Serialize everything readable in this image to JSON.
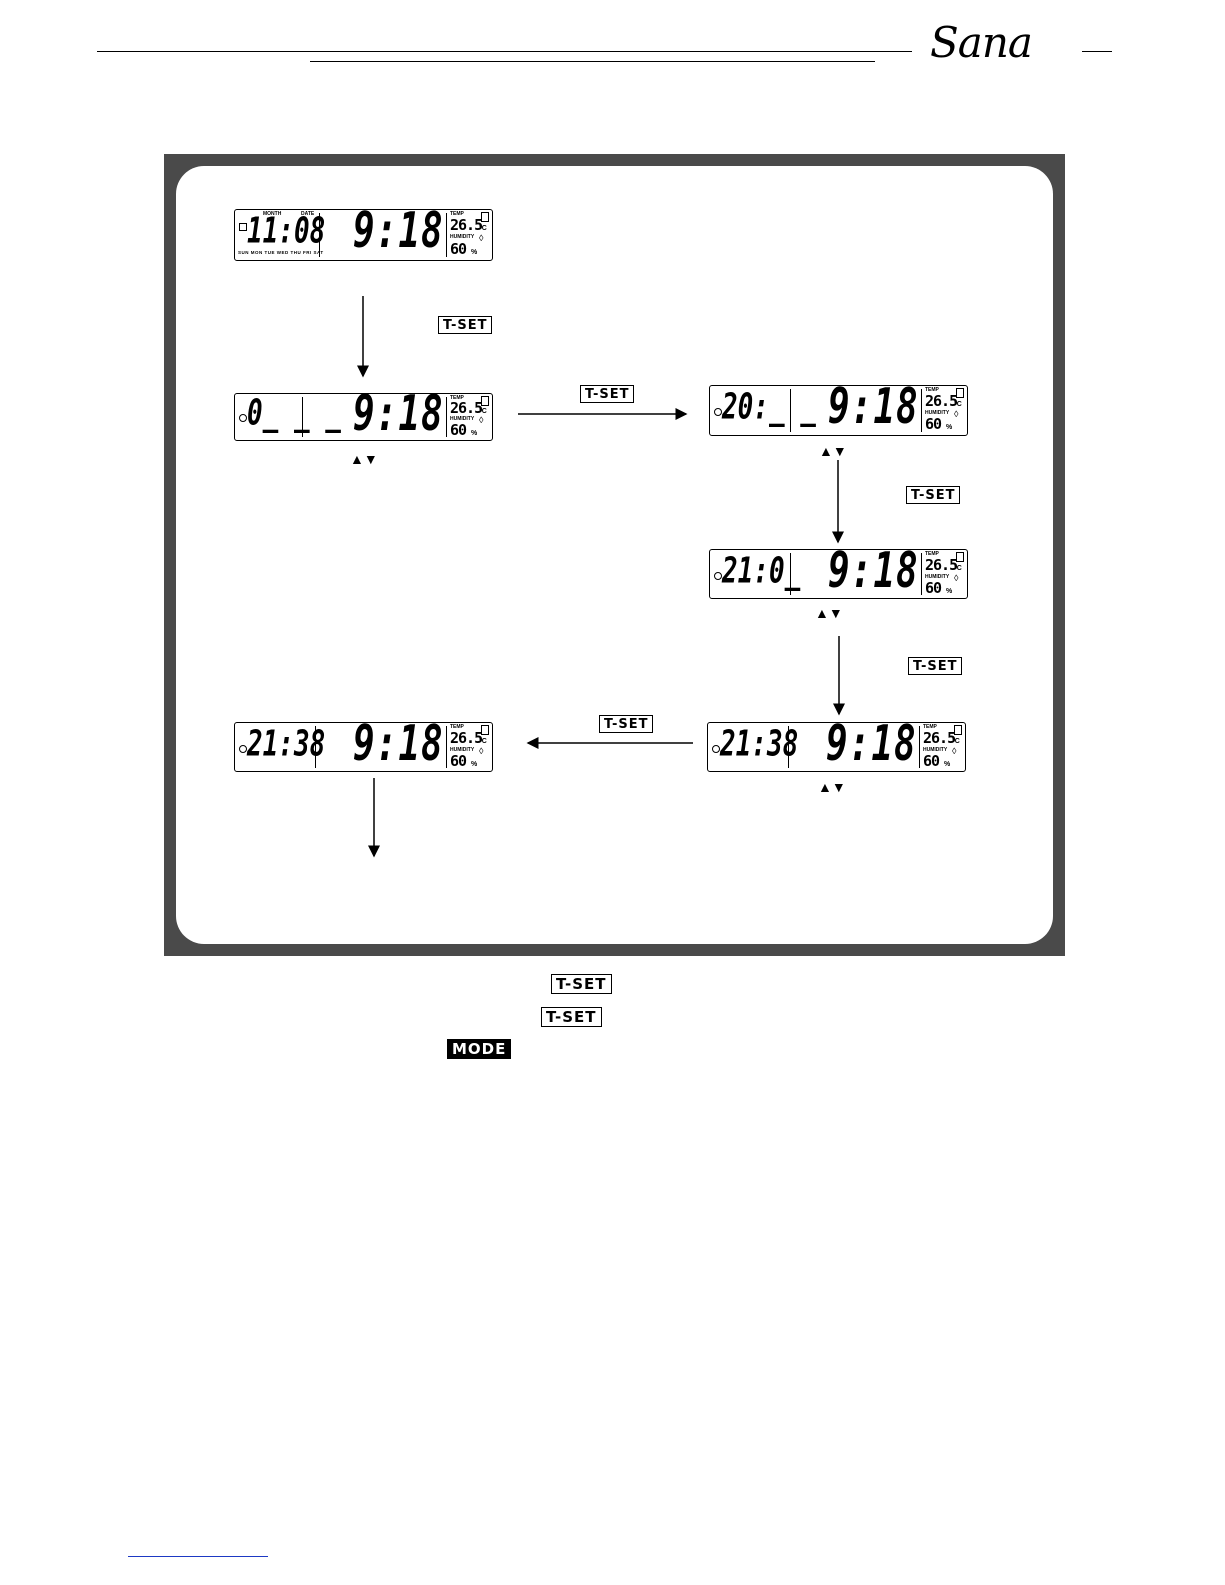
{
  "header": {
    "logo_text": "Sana"
  },
  "buttons": {
    "tset": "T-SET",
    "mode": "MODE",
    "updown": "▲▼"
  },
  "lcd_labels": {
    "month": "MONTH",
    "date": "DATE",
    "temp": "TEMP",
    "humidity": "HUMIDITY",
    "celsius": "°C",
    "percent": "%",
    "days": "SUN MON TUE WED THU FRI SAT"
  },
  "displays": [
    {
      "id": "d1",
      "left": "11:08",
      "time": "9:18",
      "temp": "26.5",
      "hum": "60"
    },
    {
      "id": "d2",
      "left": "0_ _ _",
      "time": "9:18",
      "temp": "26.5",
      "hum": "60"
    },
    {
      "id": "d3",
      "left": "20:_ _",
      "time": "9:18",
      "temp": "26.5",
      "hum": "60"
    },
    {
      "id": "d4",
      "left": "21:0_",
      "time": "9:18",
      "temp": "26.5",
      "hum": "60"
    },
    {
      "id": "d5",
      "left": "21:38",
      "time": "9:18",
      "temp": "26.5",
      "hum": "60"
    },
    {
      "id": "d6",
      "left": "21:38",
      "time": "9:18",
      "temp": "26.5",
      "hum": "60"
    }
  ]
}
